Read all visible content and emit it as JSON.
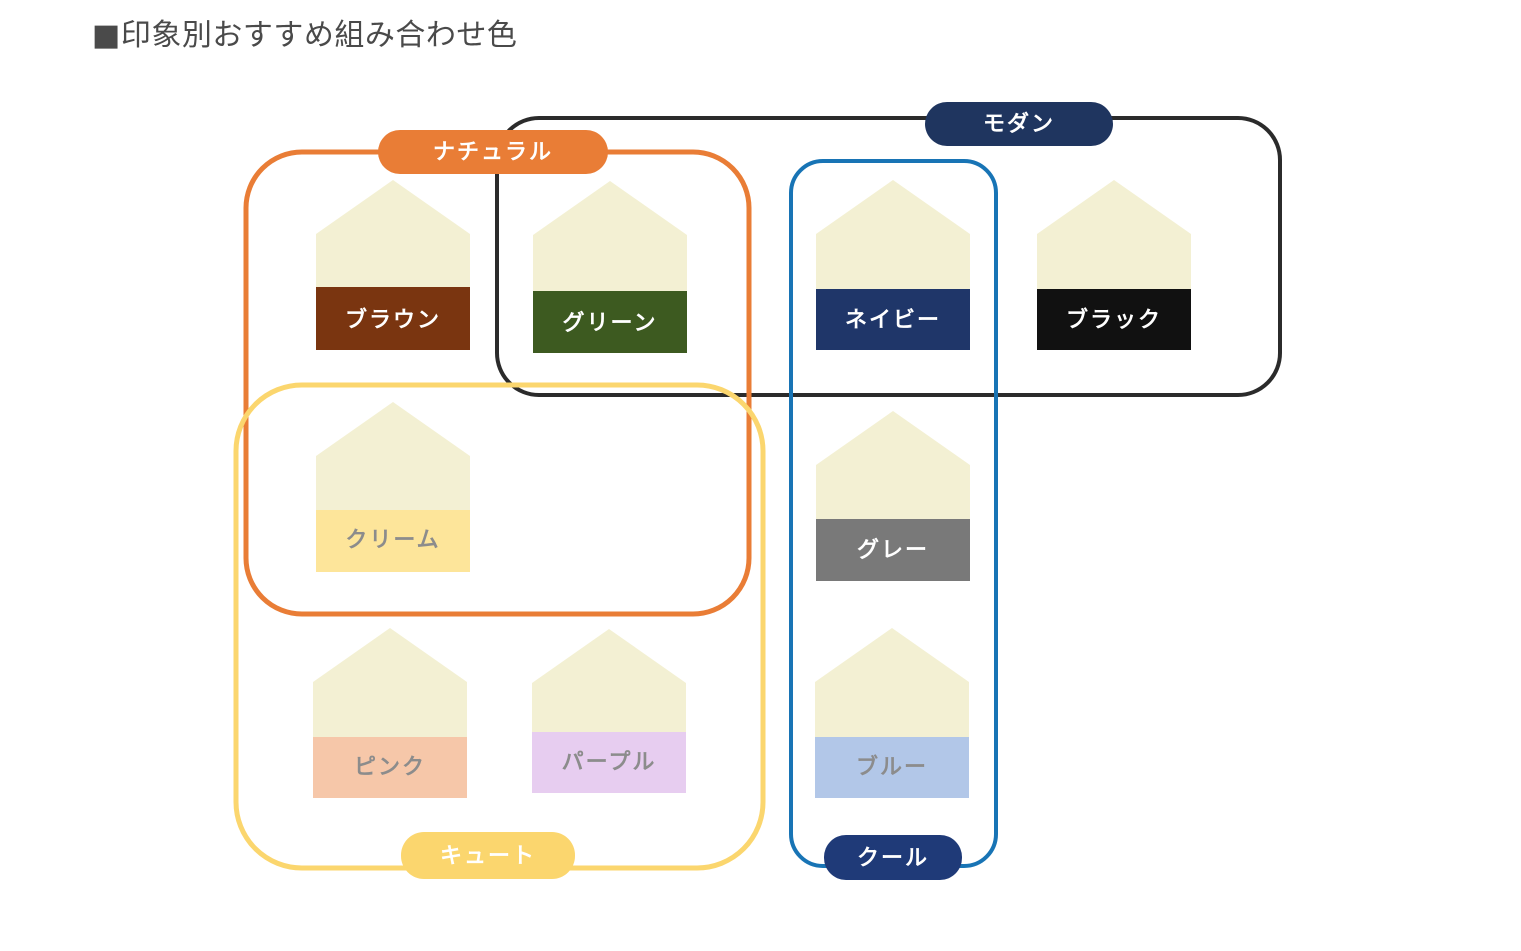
{
  "title": "■印象別おすすめ組み合わせ色",
  "colors": {
    "roof": "#f3f0d3",
    "natural": "#e97d36",
    "modern": "#2b2b2b",
    "cool": "#1874b5",
    "cute": "#fbd66e",
    "modern_pill": "#1f355f",
    "cool_pill": "#1f3a78"
  },
  "groups": {
    "natural": "ナチュラル",
    "modern": "モダン",
    "cool": "クール",
    "cute": "キュート"
  },
  "swatches": [
    {
      "key": "brown",
      "label": "ブラウン",
      "color": "#7a3510",
      "text_color": "#ffffff"
    },
    {
      "key": "green",
      "label": "グリーン",
      "color": "#3d5a20",
      "text_color": "#ffffff"
    },
    {
      "key": "navy",
      "label": "ネイビー",
      "color": "#1f3669",
      "text_color": "#ffffff"
    },
    {
      "key": "black",
      "label": "ブラック",
      "color": "#111111",
      "text_color": "#ffffff"
    },
    {
      "key": "cream",
      "label": "クリーム",
      "color": "#fde59a",
      "text_color": "#8c8c8c"
    },
    {
      "key": "gray",
      "label": "グレー",
      "color": "#797979",
      "text_color": "#ffffff"
    },
    {
      "key": "pink",
      "label": "ピンク",
      "color": "#f6c7a9",
      "text_color": "#8c8c8c"
    },
    {
      "key": "purple",
      "label": "パープル",
      "color": "#e7cdf0",
      "text_color": "#8c8c8c"
    },
    {
      "key": "blue",
      "label": "ブルー",
      "color": "#b2c7e8",
      "text_color": "#8c8c8c"
    }
  ]
}
